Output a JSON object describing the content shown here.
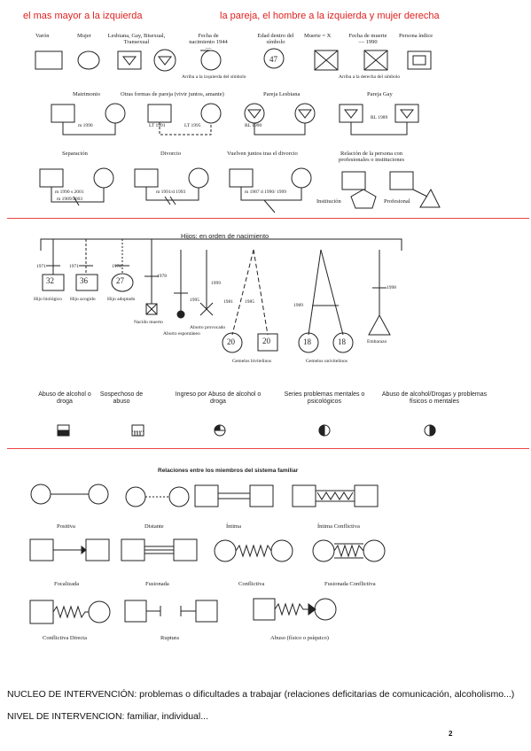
{
  "headers": {
    "left": "el mas mayor a la izquierda",
    "right": "la pareja, el hombre a la izquierda y  mujer derecha"
  },
  "symbols": {
    "varon": "Varón",
    "mujer": "Mujer",
    "lgbt": "Lesbiana, Gay, Bisexual, Transexual",
    "nacimiento": "Fecha de nacimiento 1944 —",
    "edad": "Edad dentro del símbolo",
    "edad_value": "47",
    "muerte": "Muerte = X",
    "fecha_muerte": "Fecha de muerte — 1990",
    "persona_indice": "Persona índice",
    "note_left": "Arriba a la izquierda del símbolo",
    "note_right": "Arriba a la derecha del símbolo"
  },
  "couples": {
    "matrimonio": "Matrimonio",
    "otras_formas": "Otras formas de pareja (vivir juntos, amante)",
    "lesbiana": "Pareja Lesbiana",
    "gay": "Pareja Gay",
    "m_date": "m 1990",
    "lt_date": "LT 1991",
    "lt_date2": "LT 1995",
    "rl_date": "RL 1990",
    "gay_date": "RL 1989",
    "separacion": "Separación",
    "divorcio": "Divorcio",
    "vuelven": "Vuelven juntos tras el divorcio",
    "relacion": "Relación de la persona con profesionales o instituciones",
    "sep_date1": "m 1990 s 2001",
    "sep_date2": "m 1989/2003",
    "div_date": "m 1991/d 1993",
    "vuelven_date": "m 1987 d 1990/ 1999",
    "institucion": "Institución",
    "profesional": "Profesional"
  },
  "children": {
    "title": "Hijos: en orden de nacimiento",
    "ages": [
      "32",
      "36",
      "27",
      "20",
      "20",
      "18",
      "18"
    ],
    "years": [
      "1971",
      "1971",
      "1978",
      "1978",
      "1999",
      "1995",
      "1981",
      "1985",
      "1989",
      "1998"
    ],
    "labels": {
      "biologico": "Hijo biológico",
      "acogida": "Hijo acogido",
      "adoptado": "Hijo adoptado",
      "nacido_muerto": "Nacido muerto",
      "aborto_espontaneo": "Aborto espontáneo",
      "aborto_provocado": "Aborto provocado",
      "gemelos_bivitelinos": "Gemelos bivitelinos",
      "gemelos_univitelinos": "Gemelos univitelinos",
      "embarazo": "Embarazo"
    }
  },
  "problems": {
    "items": [
      "Abuso de alcohol o droga",
      "Sospechoso de abuso",
      "Ingreso por Abuso de alcohol o droga",
      "Series problemas mentales o psicológicos",
      "Abuso de alcohol/Drogas y problemas físicos o mentales"
    ]
  },
  "relations": {
    "title": "Relaciones entre los miembros del sistema familiar",
    "items": [
      "Positiva",
      "Distante",
      "Íntima",
      "Íntima Conflictiva",
      "Focalizada",
      "Fusionada",
      "Conflictiva",
      "Fusionada Conflictiva",
      "Conflictiva Directa",
      "Ruptura",
      "Abuso (físico o psíquico)"
    ]
  },
  "footer": {
    "line1": "NUCLEO DE INTERVENCIÓN: problemas o dificultades a trabajar (relaciones deficitarias de comunicación, alcoholismo...)",
    "line2": "NIVEL DE INTERVENCION: familiar, individual..."
  },
  "page_number": "2"
}
